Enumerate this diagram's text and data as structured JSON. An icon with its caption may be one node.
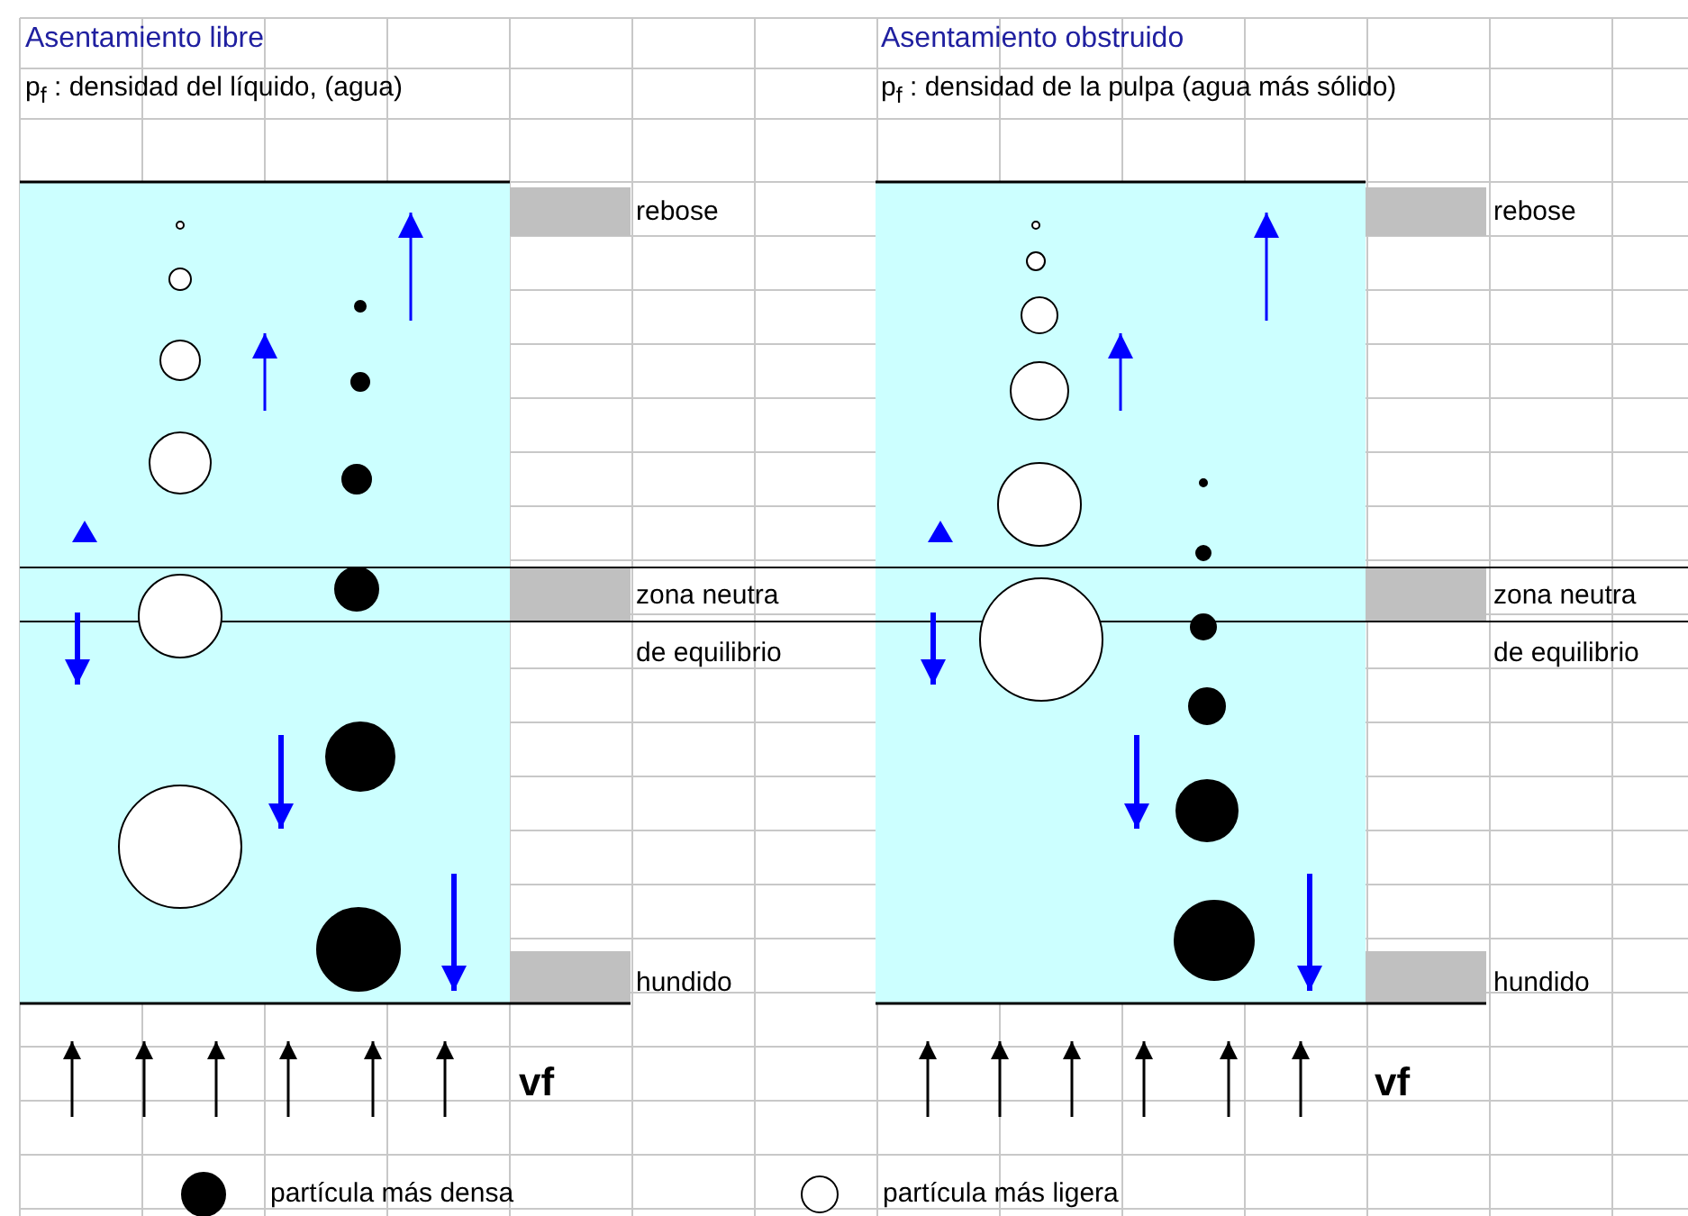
{
  "diagram": {
    "labels": [
      "Asentamiento libre",
      "Asentamiento obstruido",
      "p$_{f}$ : densidad del líquido, (agua)",
      "p$_{f}$ : densidad de la pulpa (agua más sólido)",
      "rebose",
      "rebose",
      "zona neutra",
      "zona neutra",
      "de equilibrio",
      "de equilibrio",
      "hundido",
      "hundido",
      "vf",
      "vf"
    ],
    "legend": [
      {
        "text": "partícula más densa"
      },
      {
        "text": "partícula más ligera"
      }
    ]
  }
}
